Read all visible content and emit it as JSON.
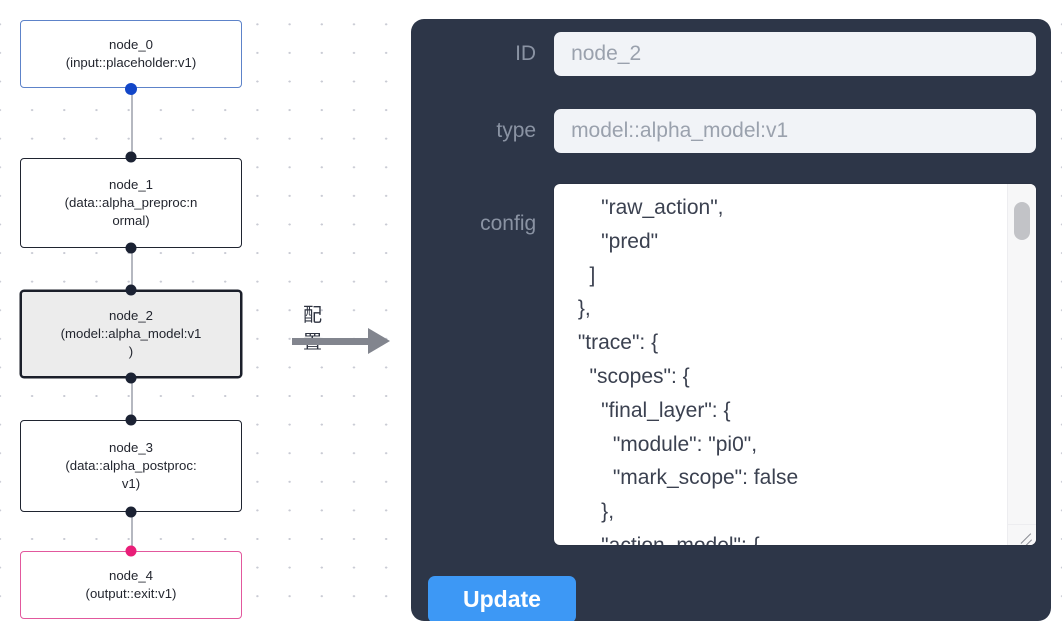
{
  "canvas": {
    "nodes": [
      {
        "id": "node_0",
        "title": "node_0",
        "subtitle": "(input::placeholder:v1)",
        "lines": [
          "node_0",
          "(input::placeholder:v1)"
        ],
        "kind": "input",
        "selected": false,
        "accent": "#5d83c9",
        "handle_color": "#1246c8"
      },
      {
        "id": "node_1",
        "title": "node_1",
        "subtitle": "(data::alpha_preproc:normal)",
        "lines": [
          "node_1",
          "(data::alpha_preproc:n",
          "ormal)"
        ],
        "kind": "default",
        "selected": false,
        "accent": "#1f2430",
        "handle_color": "#1b2233"
      },
      {
        "id": "node_2",
        "title": "node_2",
        "subtitle": "(model::alpha_model:v1)",
        "lines": [
          "node_2",
          "(model::alpha_model:v1",
          ")"
        ],
        "kind": "default",
        "selected": true,
        "accent": "#1b1f2a",
        "handle_color": "#1b2233"
      },
      {
        "id": "node_3",
        "title": "node_3",
        "subtitle": "(data::alpha_postproc:v1)",
        "lines": [
          "node_3",
          "(data::alpha_postproc:",
          "v1)"
        ],
        "kind": "default",
        "selected": false,
        "accent": "#1f2430",
        "handle_color": "#1b2233"
      },
      {
        "id": "node_4",
        "title": "node_4",
        "subtitle": "(output::exit:v1)",
        "lines": [
          "node_4",
          "(output::exit:v1)"
        ],
        "kind": "output",
        "selected": false,
        "accent": "#e2589d",
        "handle_color": "#e91e78"
      }
    ],
    "edges": [
      {
        "from": "node_0",
        "to": "node_1"
      },
      {
        "from": "node_1",
        "to": "node_2"
      },
      {
        "from": "node_2",
        "to": "node_3"
      },
      {
        "from": "node_3",
        "to": "node_4"
      }
    ],
    "grid_dot_color": "#c9cbd4",
    "background": "#ffffff"
  },
  "transition": {
    "label": "配置",
    "arrow_color": "#82858e"
  },
  "panel": {
    "background": "#2d3648",
    "fields": {
      "id": {
        "label": "ID",
        "value": "node_2",
        "placeholder": "node_2"
      },
      "type": {
        "label": "type",
        "value": "model::alpha_model:v1",
        "placeholder": "model::alpha_model:v1"
      },
      "config": {
        "label": "config",
        "value": "      \"raw_action\",\n      \"pred\"\n    ]\n  },\n  \"trace\": {\n    \"scopes\": {\n      \"final_layer\": {\n        \"module\": \"pi0\",\n        \"mark_scope\": false\n      },\n      \"action_model\": {",
        "scroll_position": "partial"
      }
    },
    "update_button": {
      "label": "Update",
      "color": "#3d98f5"
    }
  }
}
